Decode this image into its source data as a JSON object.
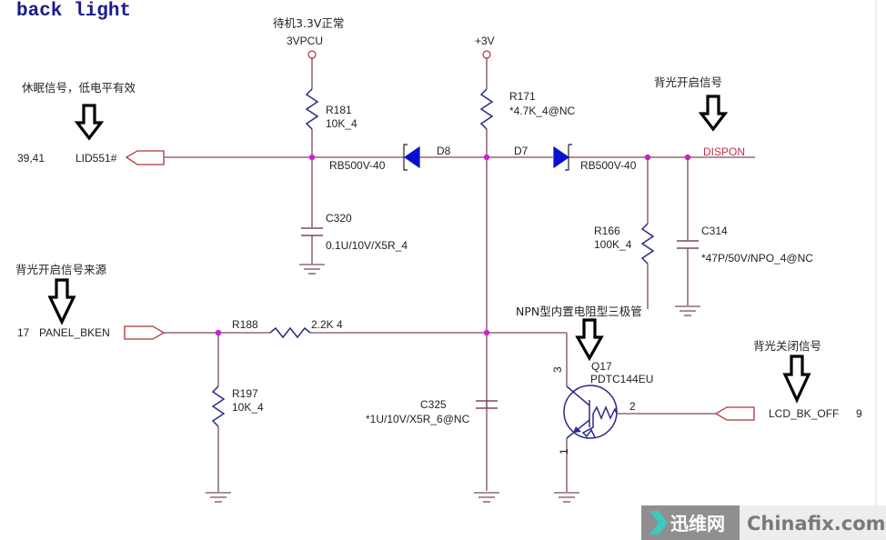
{
  "title": "back light",
  "annotations": {
    "standby": "待机3.3V正常",
    "sleep_signal": "休眠信号，低电平有效",
    "bl_on_signal": "背光开启信号",
    "bl_on_source": "背光开启信号来源",
    "npn_note": "NPN型内置电阻型三极管",
    "bl_off_signal": "背光关闭信号"
  },
  "power_rails": {
    "vpcu": "3VPCU",
    "v3": "+3V"
  },
  "nets": {
    "lid": {
      "pages": "39,41",
      "name": "LID551#"
    },
    "dispon": {
      "name": "DISPON"
    },
    "panel_bken": {
      "pages": "17",
      "name": "PANEL_BKEN"
    },
    "lcd_bk_off": {
      "name": "LCD_BK_OFF",
      "pages": "9"
    }
  },
  "components": {
    "r181": {
      "ref": "R181",
      "value": "10K_4"
    },
    "r171": {
      "ref": "R171",
      "value": "*4.7K_4@NC"
    },
    "d8": {
      "ref": "D8",
      "part": "RB500V-40"
    },
    "d7": {
      "ref": "D7",
      "part": "RB500V-40"
    },
    "c320": {
      "ref": "C320",
      "value": "0.1U/10V/X5R_4"
    },
    "r166": {
      "ref": "R166",
      "value": "100K_4"
    },
    "c314": {
      "ref": "C314",
      "value": "*47P/50V/NPO_4@NC"
    },
    "r188": {
      "ref": "R188",
      "value": "2.2K 4"
    },
    "r197": {
      "ref": "R197",
      "value": "10K_4"
    },
    "c325": {
      "ref": "C325",
      "value": "*1U/10V/X5R_6@NC"
    },
    "q17": {
      "ref": "Q17",
      "part": "PDTC144EU",
      "pin_c": "3",
      "pin_b": "2",
      "pin_e": "1"
    }
  },
  "watermark": {
    "cn": "迅维网",
    "en": "Chinafix.com",
    "accent": "#3ec8c0"
  }
}
